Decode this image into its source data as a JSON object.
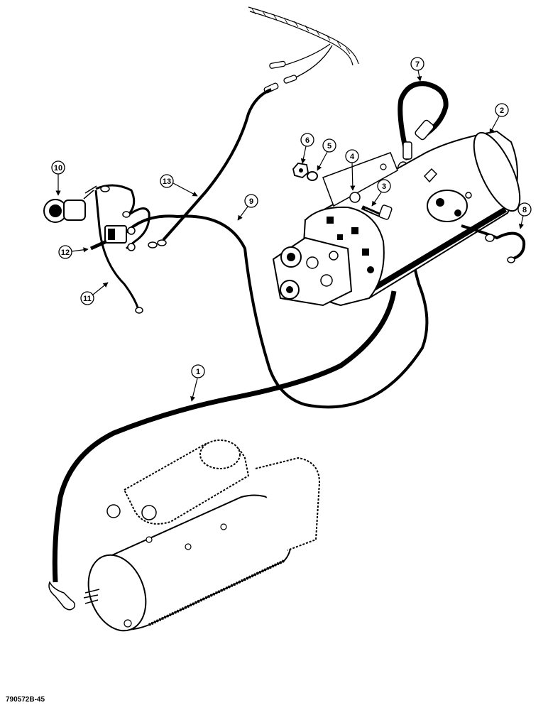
{
  "callouts": [
    {
      "id": "1",
      "label": "1"
    },
    {
      "id": "2",
      "label": "2"
    },
    {
      "id": "3",
      "label": "3"
    },
    {
      "id": "4",
      "label": "4"
    },
    {
      "id": "5",
      "label": "5"
    },
    {
      "id": "6",
      "label": "6"
    },
    {
      "id": "7",
      "label": "7"
    },
    {
      "id": "8",
      "label": "8"
    },
    {
      "id": "9",
      "label": "9"
    },
    {
      "id": "10",
      "label": "10"
    },
    {
      "id": "11",
      "label": "11"
    },
    {
      "id": "12",
      "label": "12"
    },
    {
      "id": "13",
      "label": "13"
    }
  ],
  "figure_code": "790572B-45"
}
